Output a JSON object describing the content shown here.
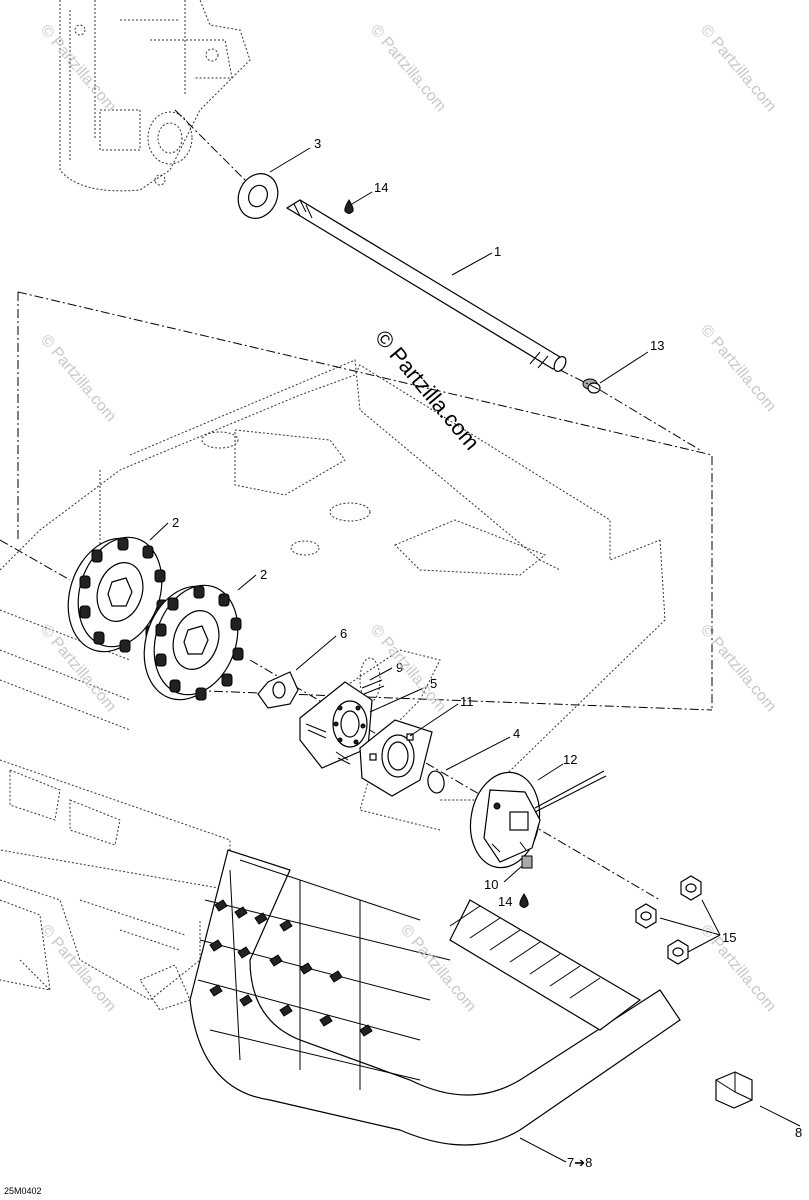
{
  "diagram": {
    "code": "25M0402",
    "watermark": "© Partzilla.com",
    "labels": {
      "shaft": "1",
      "sprocket_a": "2",
      "sprocket_b": "2",
      "washer": "3",
      "o_ring": "4",
      "bearing": "5",
      "spacer": "6",
      "track": "7➔8",
      "clip": "8",
      "stud": "9",
      "bolt_10": "10",
      "housing": "11",
      "sensor": "12",
      "plug": "13",
      "lube_top": "14",
      "lube_bottom": "14",
      "nuts": "15"
    }
  }
}
